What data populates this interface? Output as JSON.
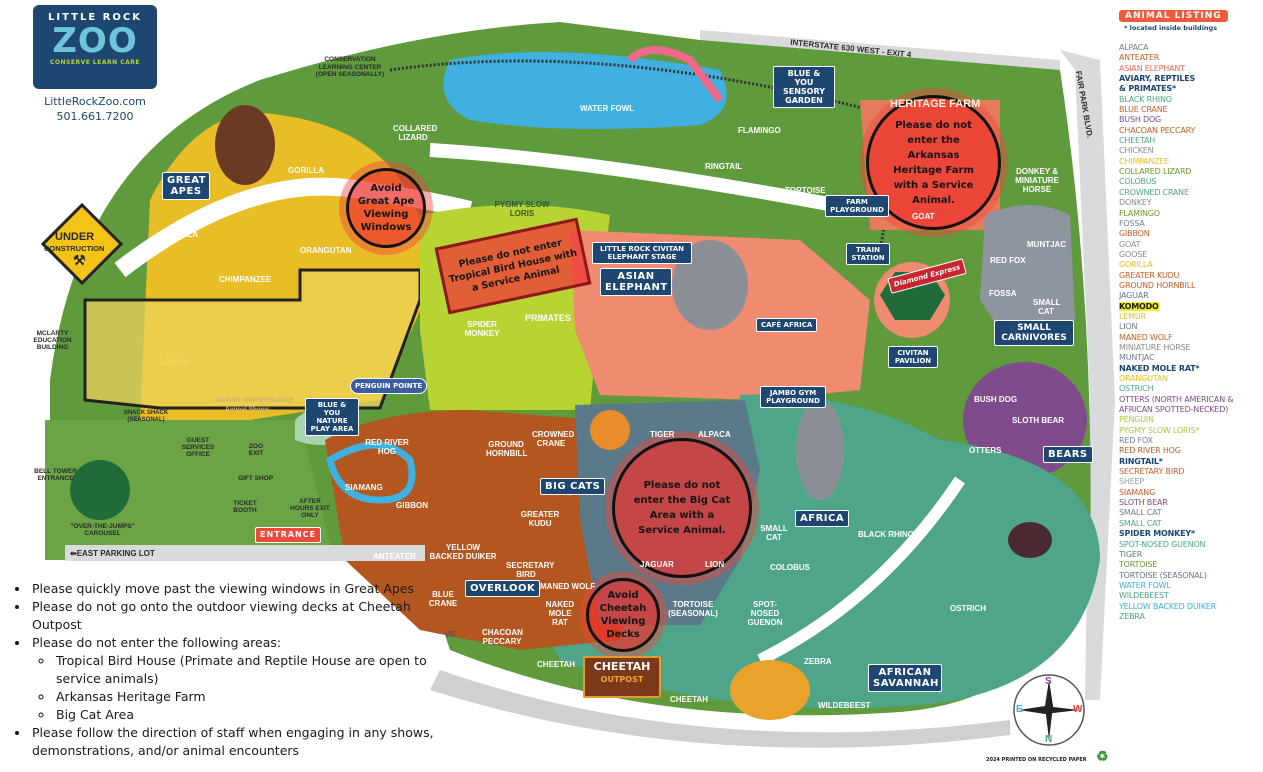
{
  "logo": {
    "line1": "LITTLE ROCK",
    "line2": "ZOO",
    "tagline": "CONSERVE LEARN CARE",
    "website": "LittleRockZoo.com",
    "phone": "501.661.7200"
  },
  "roads": {
    "interstate": "INTERSTATE 630 WEST - EXIT 4",
    "fair_park": "FAIR PARK BLVD.",
    "east_parking": "⬅EAST PARKING LOT",
    "drive": "VE"
  },
  "zones": {
    "great_apes": "GREAT APES",
    "asian_elephant": "ASIAN ELEPHANT",
    "big_cats": "BIG CATS",
    "africa": "AFRICA",
    "african_savannah": "AFRICAN SAVANNAH",
    "bears": "BEARS",
    "small_carnivores": "SMALL CARNIVORES",
    "overlook": "OVERLOOK",
    "blue_you_sensory": "BLUE & YOU SENSORY GARDEN",
    "blue_you_nature": "BLUE & YOU NATURE PLAY AREA",
    "farm_playground": "FARM PLAYGROUND",
    "train_station": "TRAIN STATION",
    "cafe_africa": "CAFÉ AFRICA",
    "jambo_gym": "JAMBO GYM PLAYGROUND",
    "civitan_pavilion": "CIVITAN PAVILION",
    "elephant_stage": "LITTLE ROCK CIVITAN ELEPHANT STAGE",
    "entrance": "ENTRANCE",
    "penguin_pointe": "PENGUIN POINTE",
    "cheetah_outpost": "CHEETAH",
    "cheetah_outpost_sub": "OUTPOST",
    "diamond_express": "Diamond Express",
    "heritage_farm": "HERITAGE FARM",
    "primates": "PRIMATES"
  },
  "places": {
    "conservation_center": "CONSERVATION LEARNING CENTER (OPEN SEASONALLY)",
    "mclarty": "McLARTY EDUCATION BUILDING",
    "bell_tower": "BELL TOWER ENTRANCE",
    "carousel": "\"OVER-THE-JUMPS\" CAROUSEL",
    "guest_services": "GUEST SERVICES OFFICE",
    "zoo_exit": "ZOO EXIT",
    "gift_shop": "GIFT SHOP",
    "ticket_booth": "TICKET BOOTH",
    "after_hours": "AFTER HOURS EXIT ONLY",
    "snack_shack": "SNACK SHACK (SEASONAL)",
    "amphitheater": "CIVITAN AMPHITHEATER",
    "amphitheater_sub": "Animal Shows",
    "under_construction_1": "UNDER",
    "under_construction_2": "CONSTRUCTION"
  },
  "animals_on_map": {
    "gorilla_1": "GORILLA",
    "gorilla_2": "GORILLA",
    "chimpanzee": "CHIMPANZEE",
    "orangutan": "ORANGUTAN",
    "collared_lizard": "COLLARED LIZARD",
    "water_fowl": "WATER FOWL",
    "flamingo": "FLAMINGO",
    "ringtail": "RINGTAIL",
    "tortoise": "TORTOISE",
    "pygmy_slow_loris": "PYGMY SLOW LORIS",
    "spider_monkey": "SPIDER MONKEY",
    "lemur": "LEMUR",
    "muntjac": "MUNTJAC",
    "red_fox": "RED FOX",
    "fossa": "FOSSA",
    "small_cat_1": "SMALL CAT",
    "donkey": "DONKEY & MINIATURE HORSE",
    "goat": "GOAT",
    "bush_dog": "BUSH DOG",
    "sloth_bear": "SLOTH BEAR",
    "otters": "OTTERS",
    "red_river_hog": "RED RIVER HOG",
    "siamang": "SIAMANG",
    "gibbon": "GIBBON",
    "anteater": "ANTEATER",
    "ground_hornbill": "GROUND HORNBILL",
    "crowned_crane": "CROWNED CRANE",
    "greater_kudu": "GREATER KUDU",
    "yellow_backed_duiker": "YELLOW BACKED DUIKER",
    "secretary_bird": "SECRETARY BIRD",
    "blue_crane": "BLUE CRANE",
    "chacoan_peccary": "CHACOAN PECCARY",
    "maned_wolf": "MANED WOLF",
    "naked_mole_rat": "NAKED MOLE RAT",
    "tortoise_seasonal": "TORTOISE (SEASONAL)",
    "alpaca": "ALPACA",
    "tiger": "TIGER",
    "jaguar": "JAGUAR",
    "lion": "LION",
    "small_cat_2": "SMALL CAT",
    "colobus": "COLOBUS",
    "spot_nosed_guenon": "SPOT-NOSED GUENON",
    "black_rhino": "BLACK RHINO",
    "zebra": "ZEBRA",
    "wildebeest": "WILDEBEEST",
    "ostrich": "OSTRICH",
    "cheetah_1": "CHEETAH",
    "cheetah_2": "CHEETAH"
  },
  "warnings": {
    "great_ape": "Avoid Great Ape Viewing Windows",
    "bird_house": "Please do not enter Tropical Bird House with a Service Animal",
    "heritage_farm": "Please do not enter the Arkansas Heritage Farm with a Service Animal.",
    "big_cat": "Please do not enter the Big Cat Area with a Service Animal.",
    "cheetah": "Avoid Cheetah Viewing Decks"
  },
  "compass": {
    "n": "N",
    "s": "S",
    "e": "E",
    "w": "W"
  },
  "printed_note": "2024 PRINTED ON RECYCLED PAPER",
  "legend": {
    "title": "ANIMAL LISTING",
    "note": "* located inside buildings",
    "items": [
      {
        "name": "ALPACA",
        "color": "#6f7f8f"
      },
      {
        "name": "ANTEATER",
        "color": "#c2602a"
      },
      {
        "name": "ASIAN ELEPHANT",
        "color": "#ee6a5a"
      },
      {
        "name": "AVIARY, REPTILES",
        "color": "#1d4670",
        "bold": true
      },
      {
        "name": "& PRIMATES*",
        "color": "#1d4670",
        "bold": true
      },
      {
        "name": "BLACK RHINO",
        "color": "#4fa58a"
      },
      {
        "name": "BLUE CRANE",
        "color": "#c2602a"
      },
      {
        "name": "BUSH DOG",
        "color": "#7f4b8c"
      },
      {
        "name": "CHACOAN PECCARY",
        "color": "#c2602a"
      },
      {
        "name": "CHEETAH",
        "color": "#4fa58a"
      },
      {
        "name": "CHICKEN",
        "color": "#8a8a8a"
      },
      {
        "name": "CHIMPANZEE",
        "color": "#e8c020"
      },
      {
        "name": "COLLARED LIZARD",
        "color": "#6a9a2a"
      },
      {
        "name": "COLOBUS",
        "color": "#4fa58a"
      },
      {
        "name": "CROWNED CRANE",
        "color": "#4fa58a"
      },
      {
        "name": "DONKEY",
        "color": "#8a8a8a"
      },
      {
        "name": "FLAMINGO",
        "color": "#6a9a2a"
      },
      {
        "name": "FOSSA",
        "color": "#6f7f8f"
      },
      {
        "name": "GIBBON",
        "color": "#c2602a"
      },
      {
        "name": "GOAT",
        "color": "#8a8a8a"
      },
      {
        "name": "GOOSE",
        "color": "#8a8a8a"
      },
      {
        "name": "GORILLA",
        "color": "#e8c020"
      },
      {
        "name": "GREATER KUDU",
        "color": "#c2602a"
      },
      {
        "name": "GROUND HORNBILL",
        "color": "#c2602a"
      },
      {
        "name": "JAGUAR",
        "color": "#5f7590"
      },
      {
        "name": "KOMODO",
        "color": "#1a1a1a",
        "bold": true,
        "highlight": true
      },
      {
        "name": "LEMUR",
        "color": "#e8c020"
      },
      {
        "name": "LION",
        "color": "#6f7f8f"
      },
      {
        "name": "MANED WOLF",
        "color": "#c2602a"
      },
      {
        "name": "MINIATURE HORSE",
        "color": "#8a8a8a"
      },
      {
        "name": "MUNTJAC",
        "color": "#6f7f8f"
      },
      {
        "name": "NAKED MOLE RAT*",
        "color": "#1d4670",
        "bold": true
      },
      {
        "name": "ORANGUTAN",
        "color": "#e8c020"
      },
      {
        "name": "OSTRICH",
        "color": "#4fa58a"
      },
      {
        "name": "OTTERS (NORTH AMERICAN &",
        "color": "#7f4b8c"
      },
      {
        "name": "AFRICAN SPOTTED-NECKED)",
        "color": "#7f4b8c"
      },
      {
        "name": "PENGUIN",
        "color": "#a8c83a"
      },
      {
        "name": "PYGMY SLOW LORIS*",
        "color": "#a8c83a"
      },
      {
        "name": "RED FOX",
        "color": "#6f7f8f"
      },
      {
        "name": "RED RIVER HOG",
        "color": "#c2602a"
      },
      {
        "name": "RINGTAIL*",
        "color": "#1d4670",
        "bold": true
      },
      {
        "name": "SECRETARY BIRD",
        "color": "#c2602a"
      },
      {
        "name": "SHEEP",
        "color": "#9a9a9a"
      },
      {
        "name": "SIAMANG",
        "color": "#c2602a"
      },
      {
        "name": "SLOTH BEAR",
        "color": "#7f4b8c"
      },
      {
        "name": "SMALL CAT",
        "color": "#6f7f8f"
      },
      {
        "name": "SMALL CAT",
        "color": "#4fa58a"
      },
      {
        "name": "SPIDER MONKEY*",
        "color": "#1d4670",
        "bold": true
      },
      {
        "name": "SPOT-NOSED GUENON",
        "color": "#4fa58a"
      },
      {
        "name": "TIGER",
        "color": "#5f7590"
      },
      {
        "name": "TORTOISE",
        "color": "#6a9a2a"
      },
      {
        "name": "TORTOISE (SEASONAL)",
        "color": "#5f7590"
      },
      {
        "name": "WATER FOWL",
        "color": "#3bb0e0"
      },
      {
        "name": "WILDEBEEST",
        "color": "#4fa58a"
      },
      {
        "name": "YELLOW BACKED DUIKER",
        "color": "#3bb0e0"
      },
      {
        "name": "ZEBRA",
        "color": "#4fa58a"
      }
    ]
  },
  "rules": {
    "items": [
      "Please quickly move past the viewing windows in Great Apes",
      "Please do not go onto the outdoor viewing decks at Cheetah Outpost",
      "Please do not enter the following areas:",
      "Please follow the direction of staff when engaging in any shows, demonstrations, and/or animal encounters"
    ],
    "sub_items": [
      "Tropical Bird House (Primate and Reptile House are open to service animals)",
      "Arkansas Heritage Farm",
      "Big Cat Area"
    ]
  },
  "colors": {
    "navy": "#1d4670",
    "park_green": "#5f9a3c",
    "apes_yellow": "#e9bd26",
    "elephant_salmon": "#ef8b70",
    "bigcat_slate": "#5a7a8a",
    "africa_teal": "#4fa58a",
    "hog_brown": "#b3561f",
    "bears_purple": "#7f4b8c",
    "warning_red": "#ee3a32"
  }
}
